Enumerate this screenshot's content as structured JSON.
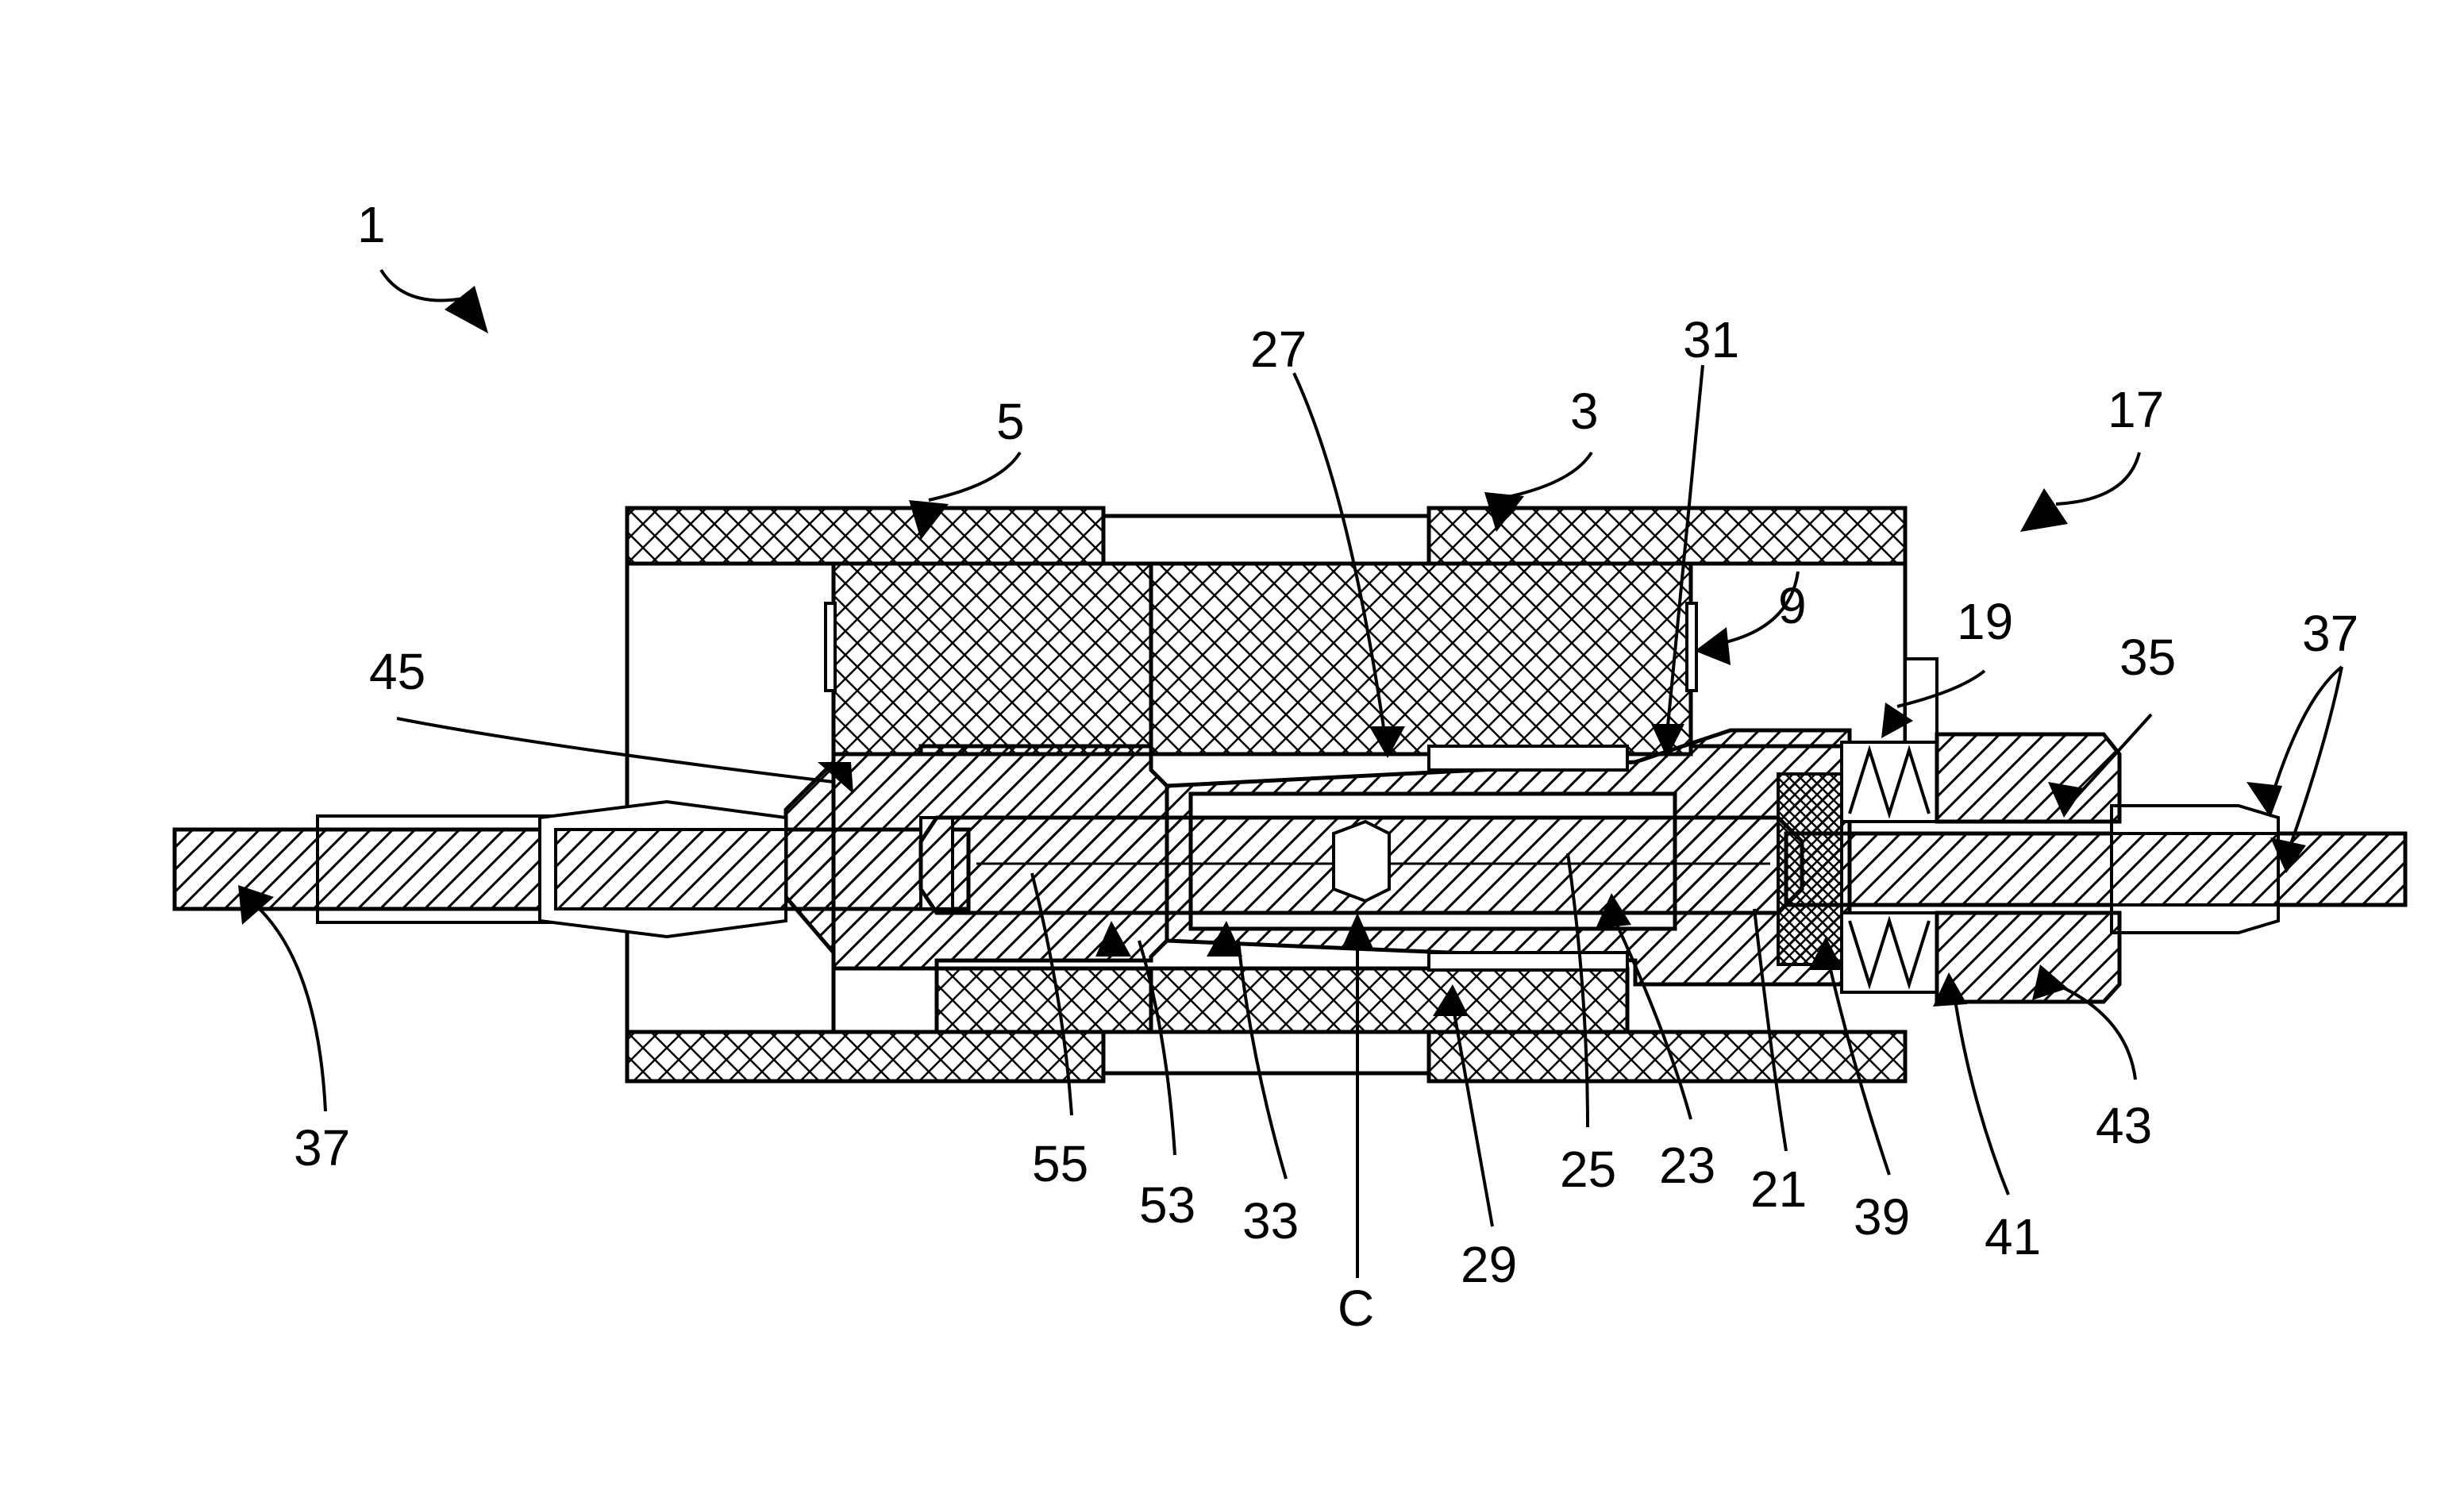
{
  "labels": {
    "l1": "1",
    "l3": "3",
    "l5": "5",
    "l9": "9",
    "l17": "17",
    "l19": "19",
    "l21": "21",
    "l23": "23",
    "l25": "25",
    "l27": "27",
    "l29": "29",
    "l31": "31",
    "l33": "33",
    "l35": "35",
    "l37a": "37",
    "l37b": "37",
    "l39": "39",
    "l41": "41",
    "l43": "43",
    "l45": "45",
    "l53": "53",
    "l55": "55",
    "lC": "C"
  }
}
